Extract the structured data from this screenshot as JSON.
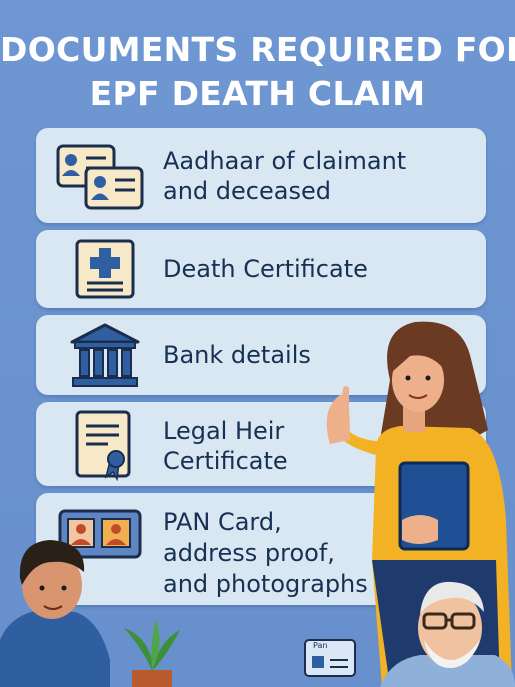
{
  "title": {
    "line1": "DOCUMENTS REQUIRED FOR",
    "line2": "EPF DEATH CLAIM"
  },
  "documents": [
    {
      "line1": "Aadhaar of claimant",
      "line2": "and deceased",
      "icon": "id-cards-icon"
    },
    {
      "line1": "Death Certificate",
      "line2": "",
      "icon": "medical-certificate-icon"
    },
    {
      "line1": "Bank details",
      "line2": "",
      "icon": "bank-building-icon"
    },
    {
      "line1": "Legal Heir",
      "line2": "Certificate",
      "icon": "certificate-ribbon-icon"
    },
    {
      "line1": "PAN Card,",
      "line2": "address proof,",
      "line3": "and photographs",
      "icon": "photo-id-icon"
    }
  ],
  "pan_badge": "Pan",
  "colors": {
    "background": "#6f97d2",
    "card": "#d9e7f3",
    "text": "#173054",
    "icon_fill": "#f7e8c8",
    "icon_blue": "#2f5fa0"
  }
}
